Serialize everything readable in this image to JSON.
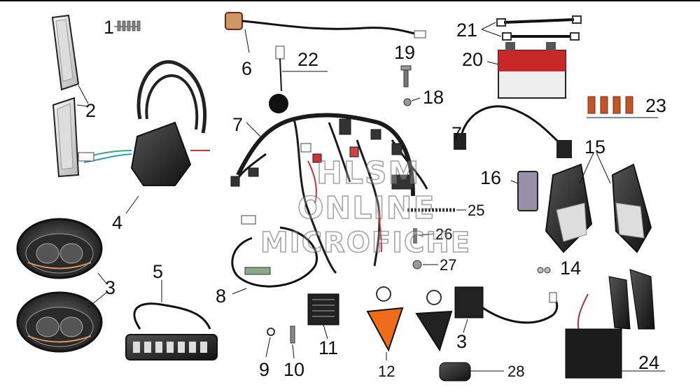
{
  "diagram": {
    "callouts": {
      "c1": "1",
      "c2": "2",
      "c3a": "3",
      "c3b": "3",
      "c4": "4",
      "c5": "5",
      "c6": "6",
      "c7a": "7",
      "c7b": "7",
      "c8": "8",
      "c9": "9",
      "c10": "10",
      "c11": "11",
      "c12": "12",
      "c14": "14",
      "c15": "15",
      "c16": "16",
      "c18": "18",
      "c19": "19",
      "c20": "20",
      "c21": "21",
      "c22": "22",
      "c23": "23",
      "c24": "24",
      "c25": "25",
      "c26": "26",
      "c27": "27",
      "c28": "28"
    },
    "watermark": {
      "line1": "HLSM",
      "line2": "ONLINE",
      "line3": "MICROFICHE"
    },
    "colors": {
      "ink": "#111111",
      "wire": "#1a1a1a",
      "battery": "#c62828",
      "lens": "#e0e0e0"
    },
    "part_icons": [
      "bolt-icon",
      "turn-signal-icon",
      "headlight-icon",
      "light-bar-icon",
      "wiring-harness-icon",
      "battery-icon",
      "fuse-icon",
      "keyfob-icon",
      "ecu-icon"
    ]
  }
}
